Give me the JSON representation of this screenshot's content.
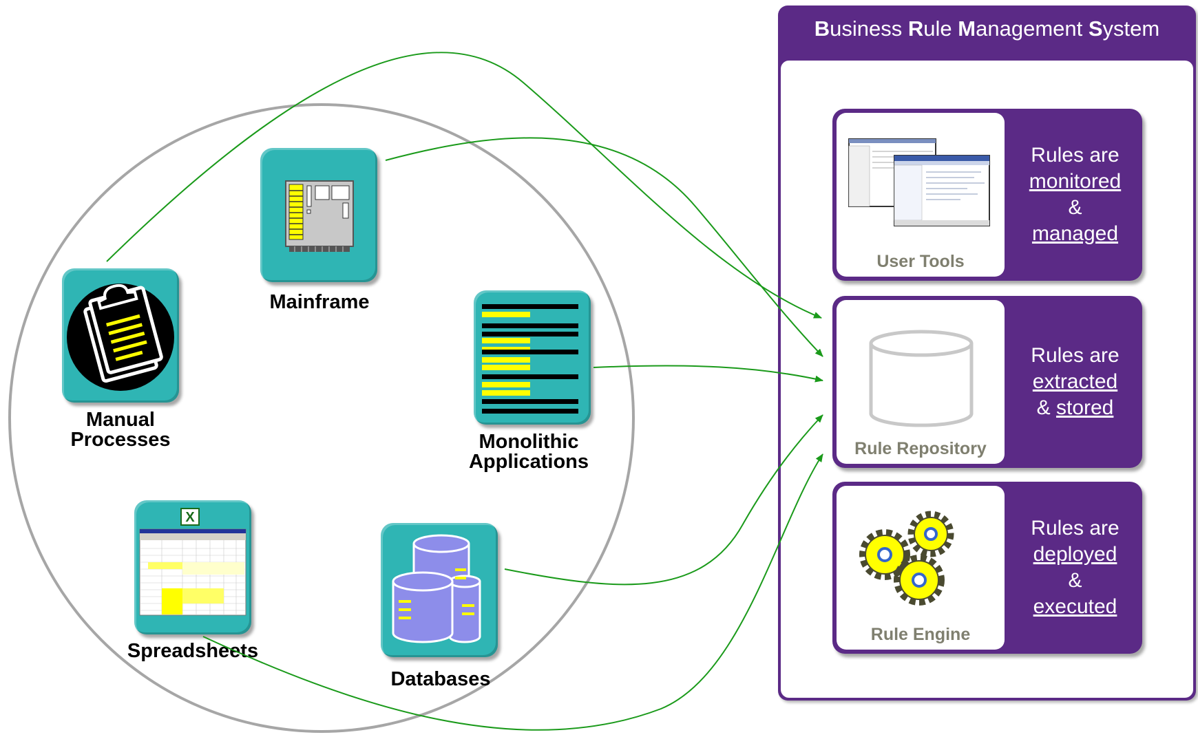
{
  "sources": [
    {
      "id": "manual",
      "label_line1": "Manual",
      "label_line2": "Processes",
      "icon": "clipboard-icon"
    },
    {
      "id": "mainframe",
      "label_line1": "Mainframe",
      "label_line2": "",
      "icon": "mainframe-icon"
    },
    {
      "id": "monolithic",
      "label_line1": "Monolithic",
      "label_line2": "Applications",
      "icon": "application-icon"
    },
    {
      "id": "spreadsheets",
      "label_line1": "Spreadsheets",
      "label_line2": "",
      "icon": "spreadsheet-icon"
    },
    {
      "id": "databases",
      "label_line1": "Databases",
      "label_line2": "",
      "icon": "database-icon"
    }
  ],
  "brms": {
    "title_parts": [
      "B",
      "usiness ",
      "R",
      "ule ",
      "M",
      "anagement ",
      "S",
      "ystem"
    ],
    "components": [
      {
        "caption": "User Tools",
        "icon": "screenshots-icon",
        "lines": [
          "Rules are",
          "monitored",
          "&",
          "managed"
        ]
      },
      {
        "caption": "Rule Repository",
        "icon": "cylinder-icon",
        "lines": [
          "Rules are",
          "extracted",
          "& ",
          "stored"
        ]
      },
      {
        "caption": "Rule Engine",
        "icon": "gears-icon",
        "lines": [
          "Rules are",
          "deployed",
          "&",
          "executed"
        ]
      }
    ]
  },
  "colors": {
    "purple": "#5b2a86",
    "teal": "#2fb5b4",
    "arrow": "#1a9a1a",
    "circle": "#a6a6a6",
    "highlight": "#ffff00"
  }
}
